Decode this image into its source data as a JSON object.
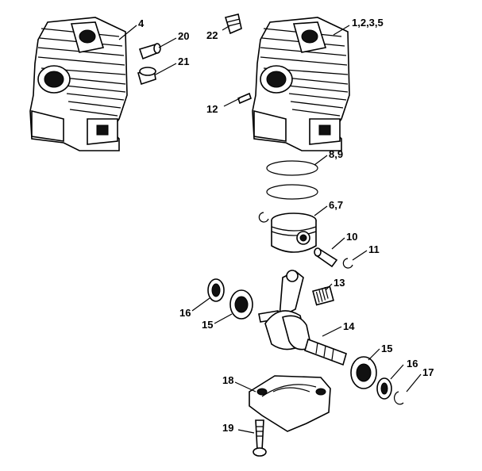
{
  "diagram": {
    "labels": {
      "c1": "4",
      "c2": "20",
      "c3": "21",
      "c4": "22",
      "c5": "1,2,3,5",
      "c6": "12",
      "c7": "8,9",
      "c8": "6,7",
      "c9": "10",
      "c10": "11",
      "c11": "13",
      "c12": "16",
      "c13": "15",
      "c14": "14",
      "c15": "15",
      "c16": "16",
      "c17": "17",
      "c18": "18",
      "c19": "19"
    }
  }
}
